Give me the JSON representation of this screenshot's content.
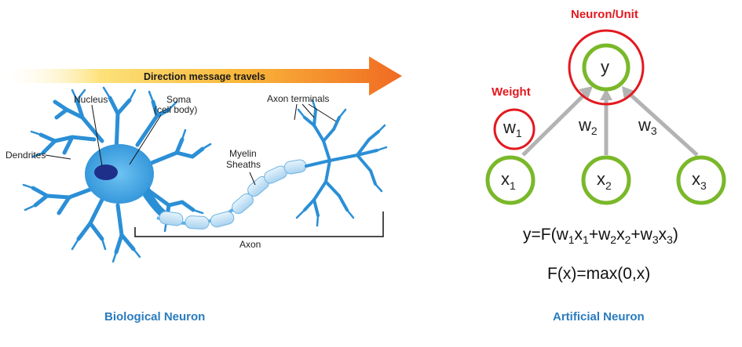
{
  "biological": {
    "banner": "Direction message travels",
    "labels": {
      "nucleus": "Nucleus",
      "soma_line1": "Soma",
      "soma_line2": "(cell body)",
      "dendrites": "Dendrites",
      "axon_terminals": "Axon terminals",
      "myelin_line1": "Myelin",
      "myelin_line2": "Sheaths",
      "axon": "Axon"
    },
    "caption": "Biological Neuron"
  },
  "artificial": {
    "neuron_unit_label": "Neuron/Unit",
    "weight_label": "Weight",
    "output_node": "y",
    "inputs": [
      {
        "base": "x",
        "sub": "1"
      },
      {
        "base": "x",
        "sub": "2"
      },
      {
        "base": "x",
        "sub": "3"
      }
    ],
    "weights": [
      {
        "base": "w",
        "sub": "1"
      },
      {
        "base": "w",
        "sub": "2"
      },
      {
        "base": "w",
        "sub": "3"
      }
    ],
    "equation1": {
      "parts": [
        "y=F(w",
        "1",
        "x",
        "1",
        "+w",
        "2",
        "x",
        "2",
        "+w",
        "3",
        "x",
        "3",
        ")"
      ]
    },
    "equation2": "F(x)=max(0,x)",
    "caption": "Artificial Neuron"
  },
  "colors": {
    "caption_blue": "#2a7bbf",
    "highlight_red": "#e3191f",
    "node_green": "#7ab82a",
    "arrow_gray": "#b3b3b3",
    "neuron_blue": "#2b8fd6"
  }
}
